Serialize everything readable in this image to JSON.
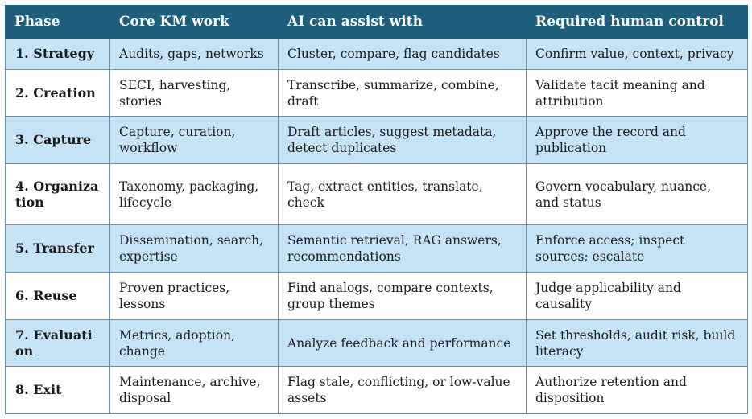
{
  "table": {
    "headers": [
      "Phase",
      "Core KM work",
      "AI can assist with",
      "Required human control"
    ],
    "rows": [
      {
        "phase": "1. Strategy",
        "core": "Audits, gaps, networks",
        "ai": "Cluster, compare, flag candidates",
        "human": "Confirm value, context, privacy"
      },
      {
        "phase": "2. Creation",
        "core": "SECI, harvesting, stories",
        "ai": "Transcribe, summarize, combine, draft",
        "human": "Validate tacit meaning and attribution"
      },
      {
        "phase": "3. Capture",
        "core": "Capture, curation, workflow",
        "ai": "Draft articles, suggest metadata, detect duplicates",
        "human": "Approve the record and publication"
      },
      {
        "phase": "4. Organization",
        "core": "Taxonomy, packaging, lifecycle",
        "ai": "Tag, extract entities, translate, check",
        "human": "Govern vocabulary, nuance, and status"
      },
      {
        "phase": "5. Transfer",
        "core": "Dissemination, search, expertise",
        "ai": "Semantic retrieval, RAG answers, recommendations",
        "human": "Enforce access; inspect sources; escalate"
      },
      {
        "phase": "6. Reuse",
        "core": "Proven practices, lessons",
        "ai": "Find analogs, compare contexts, group themes",
        "human": "Judge applicability and causality"
      },
      {
        "phase": "7. Evaluation",
        "core": "Metrics, adoption, change",
        "ai": "Analyze feedback and performance",
        "human": "Set thresholds, audit risk, build literacy"
      },
      {
        "phase": "8. Exit",
        "core": "Maintenance, archive, disposal",
        "ai": "Flag stale, conflicting, or low-value assets",
        "human": "Authorize retention and disposition"
      }
    ]
  }
}
